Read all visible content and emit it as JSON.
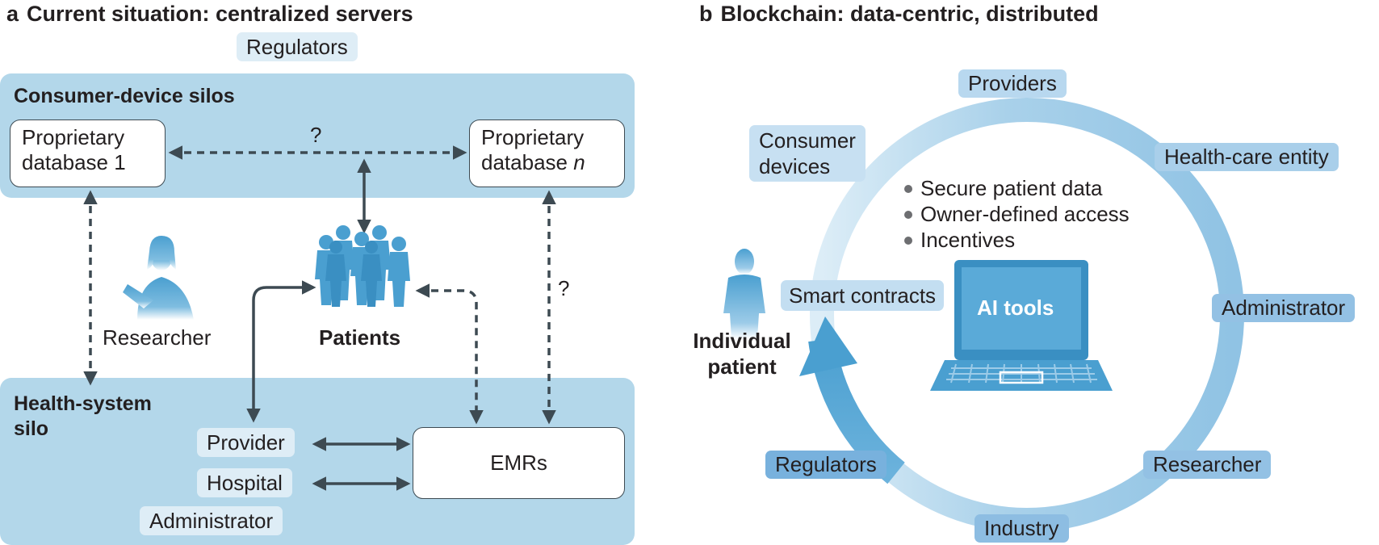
{
  "panel_a": {
    "letter": "a",
    "title": "Current situation: centralized servers",
    "regulators": "Regulators",
    "consumer_silo": {
      "title": "Consumer-device silos",
      "db1_line1": "Proprietary",
      "db1_line2": "database 1",
      "dbn_line1": "Proprietary",
      "dbn_line2": "database",
      "dbn_italic": "n",
      "question": "?"
    },
    "researcher": "Researcher",
    "patients": "Patients",
    "question_right": "?",
    "health_silo": {
      "title_line1": "Health-system",
      "title_line2": "silo",
      "provider": "Provider",
      "hospital": "Hospital",
      "administrator": "Administrator",
      "emrs": "EMRs"
    }
  },
  "panel_b": {
    "letter": "b",
    "title": "Blockchain: data-centric, distributed",
    "ring_labels": {
      "providers": "Providers",
      "consumer_line1": "Consumer",
      "consumer_line2": "devices",
      "health_care_entity": "Health-care entity",
      "administrator": "Administrator",
      "researcher": "Researcher",
      "industry": "Industry",
      "regulators": "Regulators"
    },
    "bullets": [
      "Secure patient data",
      "Owner-defined access",
      "Incentives"
    ],
    "smart_contracts": "Smart contracts",
    "ai_tools": "AI tools",
    "individual_line1": "Individual",
    "individual_line2": "patient"
  },
  "colors": {
    "silo_fill": "#b3d7ea",
    "tag_fill": "#deedf6",
    "arrow": "#3d4a52",
    "figure_blue": "#4a9fd0",
    "ring_blue": "#5aa7d4"
  },
  "icons": {
    "researcher": "researcher-person-icon",
    "patients": "patient-group-icon",
    "individual": "person-icon",
    "laptop": "laptop-icon"
  }
}
